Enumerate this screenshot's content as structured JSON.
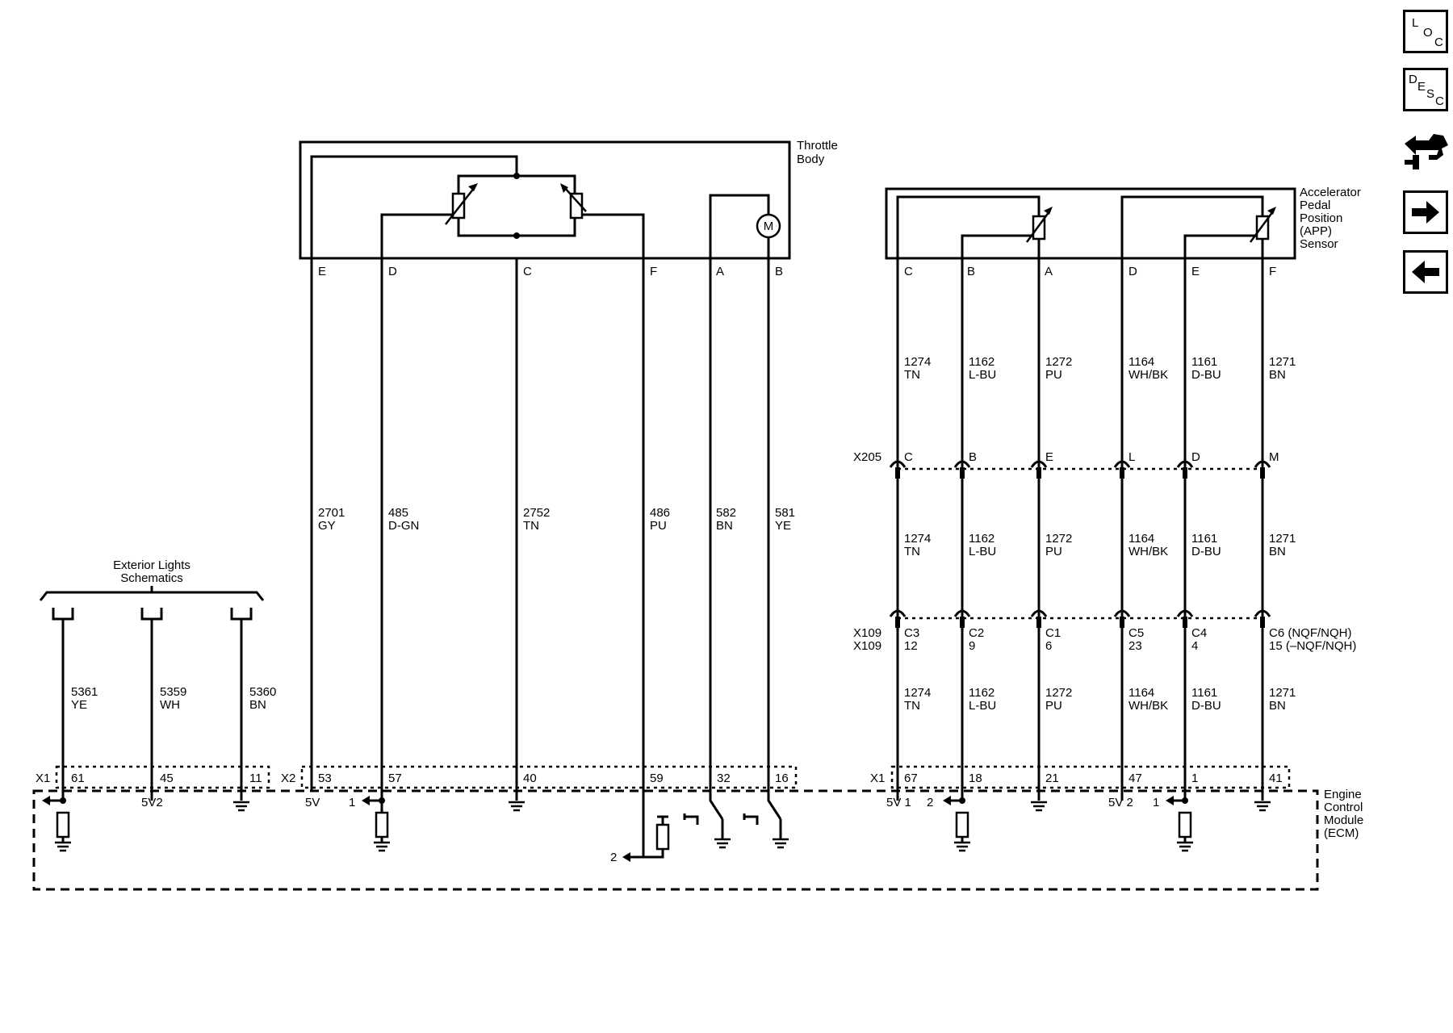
{
  "components": {
    "throttle_body": [
      "Throttle",
      "Body"
    ],
    "app_sensor": [
      "Accelerator",
      "Pedal",
      "Position",
      "(APP)",
      "Sensor"
    ],
    "ecm": [
      "Engine",
      "Control",
      "Module",
      "(ECM)"
    ],
    "exterior_lights": [
      "Exterior Lights",
      "Schematics"
    ],
    "motor_symbol": "M"
  },
  "throttle_pins": [
    "E",
    "D",
    "C",
    "F",
    "A",
    "B"
  ],
  "app_pins": [
    "C",
    "B",
    "A",
    "D",
    "E",
    "F"
  ],
  "throttle_wires": [
    {
      "circuit": "2701",
      "color": "GY"
    },
    {
      "circuit": "485",
      "color": "D-GN"
    },
    {
      "circuit": "2752",
      "color": "TN"
    },
    {
      "circuit": "486",
      "color": "PU"
    },
    {
      "circuit": "582",
      "color": "BN"
    },
    {
      "circuit": "581",
      "color": "YE"
    }
  ],
  "app_wires": [
    {
      "circuit": "1274",
      "color": "TN"
    },
    {
      "circuit": "1162",
      "color": "L-BU"
    },
    {
      "circuit": "1272",
      "color": "PU"
    },
    {
      "circuit": "1164",
      "color": "WH/BK"
    },
    {
      "circuit": "1161",
      "color": "D-BU"
    },
    {
      "circuit": "1271",
      "color": "BN"
    }
  ],
  "light_wires": [
    {
      "circuit": "5361",
      "color": "YE"
    },
    {
      "circuit": "5359",
      "color": "WH"
    },
    {
      "circuit": "5360",
      "color": "BN"
    }
  ],
  "x205": {
    "label": "X205",
    "pins": [
      "C",
      "B",
      "E",
      "L",
      "D",
      "M"
    ]
  },
  "x109": {
    "labels": [
      "X109",
      "X109"
    ],
    "cells": [
      "C3",
      "C2",
      "C1",
      "C5",
      "C4",
      "C6 (NQF/NQH)"
    ],
    "pins": [
      "12",
      "9",
      "6",
      "23",
      "4",
      "15 (–NQF/NQH)"
    ]
  },
  "ecm_connectors": {
    "x1_left": {
      "label": "X1",
      "pins": [
        "61",
        "45",
        "11"
      ]
    },
    "x2": {
      "label": "X2",
      "pins": [
        "53",
        "57",
        "40",
        "59",
        "32",
        "16"
      ]
    },
    "x1_right": {
      "label": "X1",
      "pins": [
        "67",
        "18",
        "21",
        "47",
        "1",
        "41"
      ]
    }
  },
  "ecm_internal": {
    "five_v2": "5V2",
    "five_v": "5V",
    "ref_1a": "1",
    "ref_2a": "2",
    "five_v_1": "5V 1",
    "ref_2b": "2",
    "five_v_2": "5V 2",
    "ref_1b": "1"
  },
  "nav": {
    "loc": [
      "L",
      "O",
      "C"
    ],
    "desc": [
      "D",
      "E",
      "S",
      "C"
    ],
    "connector_icon": "connector-view-icon",
    "next_icon": "right-arrow-icon",
    "prev_icon": "left-arrow-icon"
  }
}
